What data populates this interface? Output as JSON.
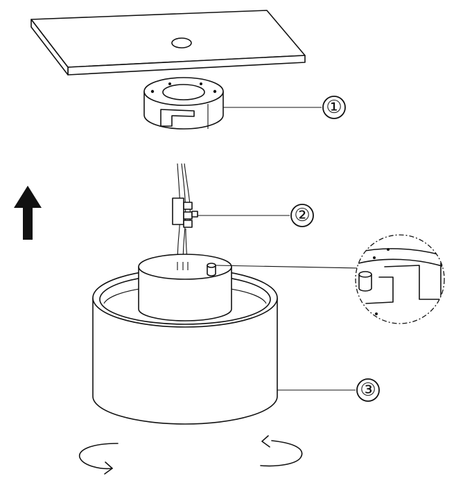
{
  "callouts": [
    {
      "label": "①"
    },
    {
      "label": "②"
    },
    {
      "label": "③"
    }
  ],
  "icons": {
    "up_arrow": "up-arrow-icon",
    "rotate_arrows": "rotate-arrows-icon"
  }
}
